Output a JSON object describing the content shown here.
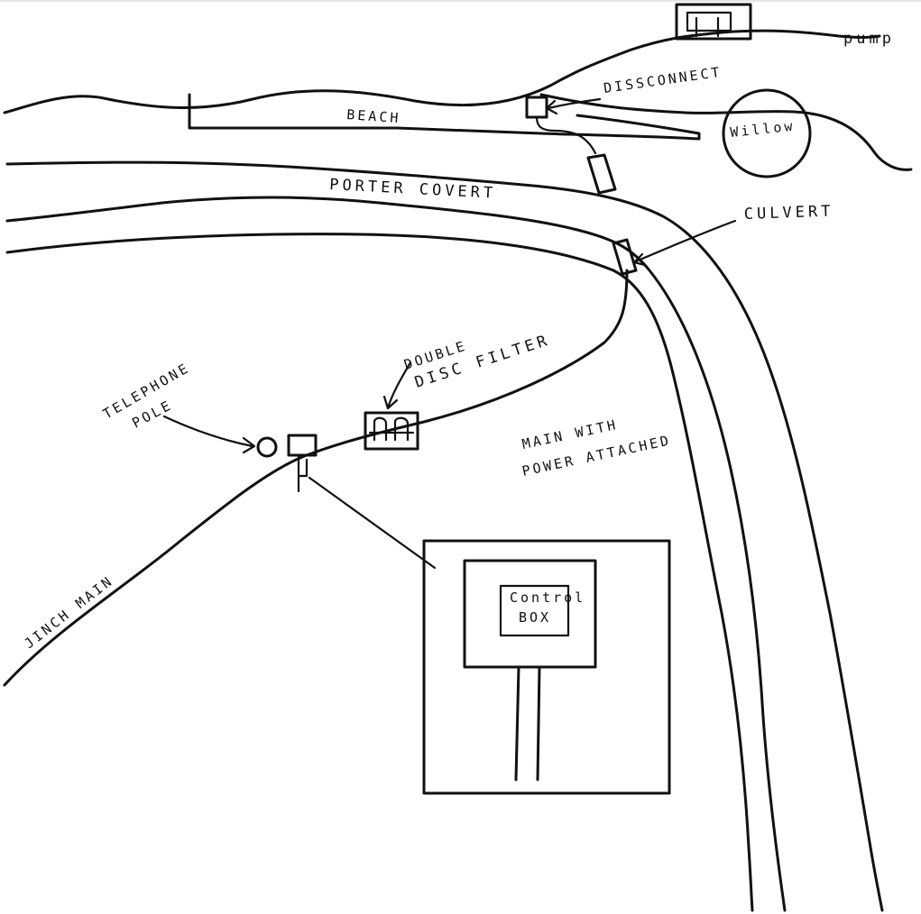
{
  "labels": {
    "pump": "pump",
    "disconnect": "DISSCONNECT",
    "willow": "Willow",
    "beach": "BEACH",
    "road": "PORTER COVERT",
    "culvert": "CULVERT",
    "filter_line1": "DOUBLE",
    "filter_line2": "DISC FILTER",
    "pole_line1": "TELEPHONE",
    "pole_line2": "POLE",
    "main_power_line1": "MAIN WITH",
    "main_power_line2": "POWER ATTACHED",
    "main_pipe": "JINCH MAIN",
    "control_line1": "Control",
    "control_line2": "BOX"
  },
  "colors": {
    "ink": "#111111",
    "paper": "#ffffff"
  }
}
